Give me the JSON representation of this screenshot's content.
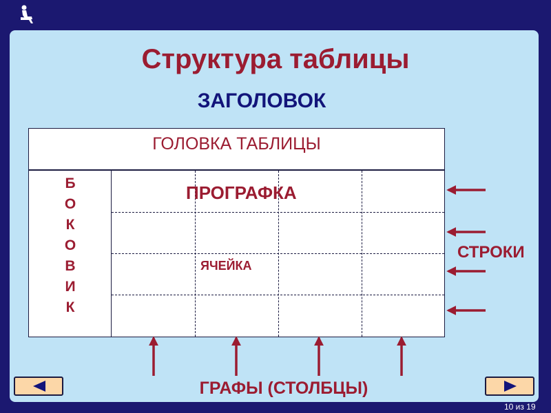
{
  "slide": {
    "title": "Структура таблицы",
    "subtitle": "ЗАГОЛОВОК"
  },
  "table": {
    "header": "ГОЛОВКА ТАБЛИЦЫ",
    "stub_letters": [
      "Б",
      "О",
      "К",
      "О",
      "В",
      "И",
      "К"
    ],
    "prografka": "ПРОГРАФКА",
    "cell_label": "ЯЧЕЙКА"
  },
  "labels": {
    "rows": "СТРОКИ",
    "columns": "ГРАФЫ (СТОЛБЦЫ)"
  },
  "navigation": {
    "prev_icon": "triangle-left-icon",
    "next_icon": "triangle-right-icon",
    "page_counter": "10 из 19"
  },
  "colors": {
    "accent": "#9b1c31",
    "heading": "#12147a",
    "background": "#1b1870",
    "slide": "#bfe3f6",
    "button": "#fcd7a8"
  }
}
